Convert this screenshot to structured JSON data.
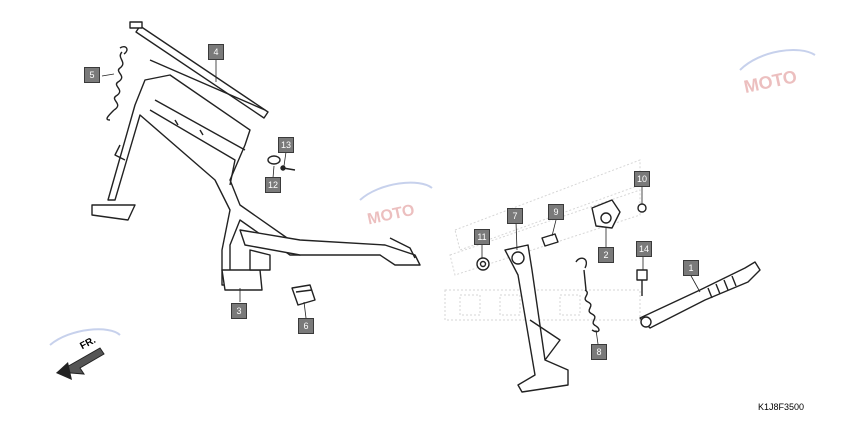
{
  "diagram_code": "K1J8F3500",
  "direction_label": "FR.",
  "watermark_text": "MOTO",
  "colors": {
    "line": "#222222",
    "callout_fill": "#7a7a7a",
    "watermark_red": "#e8b0b0",
    "watermark_blue": "#b9c6e8",
    "brand_ghost": "#e2e2e2"
  },
  "callouts": [
    {
      "id": "1",
      "label": "1"
    },
    {
      "id": "2",
      "label": "2"
    },
    {
      "id": "3",
      "label": "3"
    },
    {
      "id": "4",
      "label": "4"
    },
    {
      "id": "5",
      "label": "5"
    },
    {
      "id": "6",
      "label": "6"
    },
    {
      "id": "7",
      "label": "7"
    },
    {
      "id": "8",
      "label": "8"
    },
    {
      "id": "9",
      "label": "9"
    },
    {
      "id": "10",
      "label": "10"
    },
    {
      "id": "11",
      "label": "11"
    },
    {
      "id": "12",
      "label": "12"
    },
    {
      "id": "13",
      "label": "13"
    },
    {
      "id": "14",
      "label": "14"
    }
  ]
}
